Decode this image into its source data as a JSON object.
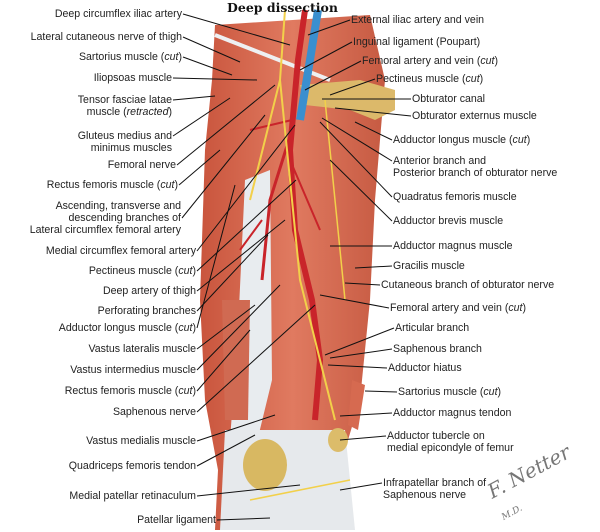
{
  "title": "Deep dissection",
  "signature": "F. Netter M.D.",
  "left_labels": [
    {
      "text": "Deep circumflex iliac artery"
    },
    {
      "text": "Lateral cutaneous nerve of thigh"
    },
    {
      "text": "Sartorius muscle (",
      "em": "cut",
      "tail": ")"
    },
    {
      "text": "Iliopsoas muscle"
    },
    {
      "text": "Tensor fasciae latae",
      "text2": "muscle (",
      "em": "retracted",
      "tail": ")"
    },
    {
      "text": "Gluteus medius and",
      "text2": "minimus muscles"
    },
    {
      "text": "Femoral nerve"
    },
    {
      "text": "Rectus femoris muscle (",
      "em": "cut",
      "tail": ")"
    },
    {
      "text": "Ascending, transverse and",
      "text2": "descending branches of",
      "text3": "Lateral circumflex femoral artery"
    },
    {
      "text": "Medial circumflex femoral artery"
    },
    {
      "text": "Pectineus muscle (",
      "em": "cut",
      "tail": ")"
    },
    {
      "text": "Deep artery of thigh"
    },
    {
      "text": "Perforating branches"
    },
    {
      "text": "Adductor longus muscle (",
      "em": "cut",
      "tail": ")"
    },
    {
      "text": "Vastus lateralis muscle"
    },
    {
      "text": "Vastus intermedius muscle"
    },
    {
      "text": "Rectus femoris muscle (",
      "em": "cut",
      "tail": ")"
    },
    {
      "text": "Saphenous nerve"
    },
    {
      "text": "Vastus medialis muscle"
    },
    {
      "text": "Quadriceps femoris tendon"
    },
    {
      "text": "Medial patellar retinaculum"
    },
    {
      "text": "Patellar ligament"
    }
  ],
  "right_labels": [
    {
      "text": "External iliac artery and vein"
    },
    {
      "text": "Inguinal ligament (Poupart)"
    },
    {
      "text": "Femoral artery and vein (",
      "em": "cut",
      "tail": ")"
    },
    {
      "text": "Pectineus muscle (",
      "em": "cut",
      "tail": ")"
    },
    {
      "text": "Obturator canal"
    },
    {
      "text": "Obturator externus muscle"
    },
    {
      "text": "Adductor longus muscle (",
      "em": "cut",
      "tail": ")"
    },
    {
      "text": "Anterior branch and",
      "text2": "Posterior branch of obturator nerve"
    },
    {
      "text": "Quadratus femoris muscle"
    },
    {
      "text": "Adductor brevis muscle"
    },
    {
      "text": "Adductor magnus muscle"
    },
    {
      "text": "Gracilis muscle"
    },
    {
      "text": "Cutaneous branch of obturator nerve"
    },
    {
      "text": "Femoral artery and vein (",
      "em": "cut",
      "tail": ")"
    },
    {
      "text": "Articular branch"
    },
    {
      "text": "Saphenous branch"
    },
    {
      "text": "Adductor hiatus"
    },
    {
      "text": "Sartorius muscle (",
      "em": "cut",
      "tail": ")"
    },
    {
      "text": "Adductor magnus tendon"
    },
    {
      "text": "Adductor tubercle on",
      "text2": "medial epicondyle of femur"
    },
    {
      "text": "Infrapatellar branch of",
      "text2": "Saphenous nerve"
    }
  ]
}
